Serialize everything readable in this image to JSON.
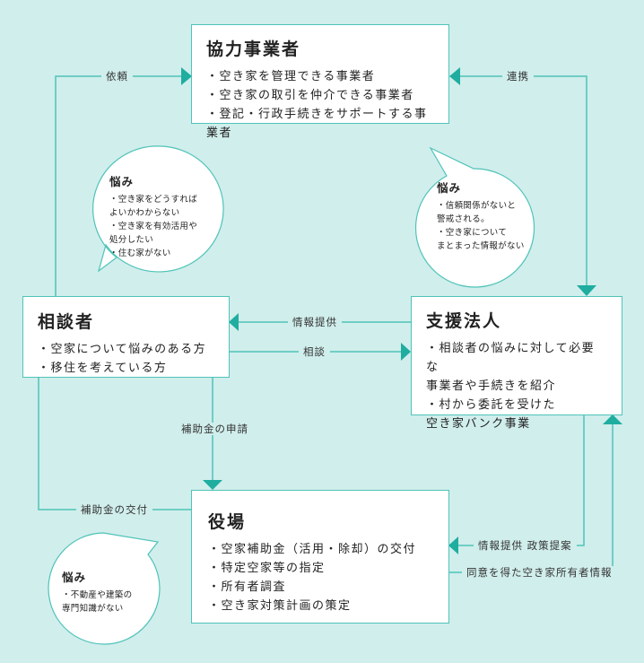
{
  "colors": {
    "background": "#d0eeec",
    "line": "#4fc3b8",
    "arrow": "#1fada0",
    "box": "#ffffff"
  },
  "nodes": {
    "partner": {
      "title": "協力事業者",
      "items": [
        "・空き家を管理できる事業者",
        "・空き家の取引を仲介できる事業者",
        "・登記・行政手続きをサポートする事業者"
      ]
    },
    "consultant": {
      "title": "相談者",
      "items": [
        "・空家について悩みのある方",
        "・移住を考えている方"
      ]
    },
    "support": {
      "title": "支援法人",
      "items": [
        "・相談者の悩みに対して必要な",
        "事業者や手続きを紹介",
        "・村から委託を受けた",
        "空き家バンク事業"
      ]
    },
    "office": {
      "title": "役場",
      "items": [
        "・空家補助金（活用・除却）の交付",
        "・特定空家等の指定",
        "・所有者調査",
        "・空き家対策計画の策定"
      ]
    }
  },
  "bubbles": {
    "consultant_worry": {
      "title": "悩み",
      "items": [
        "・空き家をどうすれば",
        "よいかわからない",
        "・空き家を有効活用や",
        "処分したい",
        "・住む家がない"
      ]
    },
    "partner_worry": {
      "title": "悩み",
      "items": [
        "・信頼関係がないと",
        "警戒される。",
        "・空き家について",
        "まとまった情報がない"
      ]
    },
    "office_worry": {
      "title": "悩み",
      "items": [
        "・不動産や建築の",
        "専門知識がない"
      ]
    }
  },
  "edges": {
    "request": "依頼",
    "cooperation": "連携",
    "info_provision": "情報提供",
    "consultation": "相談",
    "subsidy_application": "補助金の申請",
    "subsidy_grant": "補助金の交付",
    "info_policy": "情報提供  政策提案",
    "owner_info": "同意を得た空き家所有者情報"
  }
}
